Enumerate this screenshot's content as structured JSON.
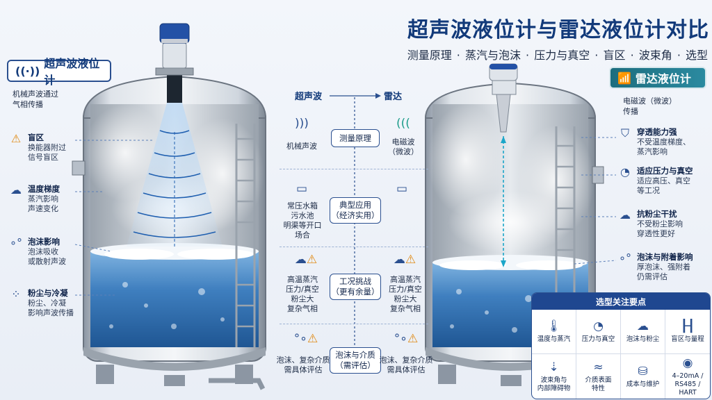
{
  "title": "超声波液位计与雷达液位计对比",
  "subtitle": "测量原理 · 蒸汽与泡沫 · 压力与真空 · 盲区 · 波束角 · 选型",
  "colors": {
    "navy": "#123a7a",
    "teal": "#1c6d7e",
    "warning": "#e08a14",
    "water": "#3f7fbf"
  },
  "ultrasonic": {
    "badge": "超声波液位计",
    "icon": "sound-wave-icon",
    "desc": [
      "机械声波通过",
      "气相传播"
    ],
    "features": [
      {
        "icon": "warning-icon",
        "title": "盲区",
        "lines": [
          "换能器附过",
          "信号盲区"
        ]
      },
      {
        "icon": "thermo-cloud-icon",
        "title": "温度梯度",
        "lines": [
          "蒸汽影响",
          "声速变化"
        ]
      },
      {
        "icon": "foam-icon",
        "title": "泡沫影响",
        "lines": [
          "泡沫吸收",
          "或散射声波"
        ]
      },
      {
        "icon": "dust-icon",
        "title": "粉尘与冷凝",
        "lines": [
          "粉尘、冷凝",
          "影响声波传播"
        ]
      }
    ]
  },
  "radar": {
    "badge": "雷达液位计",
    "icon": "wifi-wave-icon",
    "desc": [
      "电磁波（微波）",
      "传播"
    ],
    "features": [
      {
        "icon": "shield-icon",
        "title": "穿透能力强",
        "lines": [
          "不受温度梯度、",
          "蒸汽影响"
        ]
      },
      {
        "icon": "gauge-icon",
        "title": "适应压力与真空",
        "lines": [
          "适应高压、真空",
          "等工况"
        ]
      },
      {
        "icon": "dust-cloud-icon",
        "title": "抗粉尘干扰",
        "lines": [
          "不受粉尘影响",
          "穿透性更好"
        ]
      },
      {
        "icon": "foam-icon",
        "title": "泡沫与附着影响",
        "lines": [
          "厚泡沫、强附着",
          "仍需评估"
        ]
      }
    ]
  },
  "center": {
    "left_head": "超声波",
    "right_head": "雷达",
    "rows": [
      {
        "box": [
          "测量原理"
        ],
        "left": [
          "机械声波"
        ],
        "right": [
          "电磁波",
          "（微波）"
        ],
        "left_icon": "sound-wave-icon",
        "right_icon": "microwave-icon",
        "warn": false
      },
      {
        "box": [
          "典型应用",
          "（经济实用）"
        ],
        "left": [
          "常压水箱",
          "污水池",
          "明渠等开口",
          "场合"
        ],
        "right": [],
        "left_icon": "tank-icon",
        "right_icon": "tank-icon",
        "warn": false
      },
      {
        "box": [
          "工况挑战",
          "（更有余量）"
        ],
        "left": [
          "高温蒸汽",
          "压力/真空",
          "粉尘大",
          "复杂气相"
        ],
        "right": [
          "高温蒸汽",
          "压力/真空",
          "粉尘大",
          "复杂气相"
        ],
        "left_icon": "cloud-icon",
        "right_icon": "cloud-icon",
        "warn": true
      },
      {
        "box": [
          "泡沫与介质",
          "（需评估）"
        ],
        "left": [
          "泡沫、复杂介质",
          "需具体评估"
        ],
        "right": [
          "泡沫、复杂介质",
          "需具体评估"
        ],
        "left_icon": "bubbles-icon",
        "right_icon": "bubbles-icon",
        "warn": true
      }
    ]
  },
  "selection": {
    "title": "选型关注要点",
    "items": [
      {
        "icon": "thermometer-icon",
        "label": [
          "温度与蒸汽"
        ]
      },
      {
        "icon": "gauge-icon",
        "label": [
          "压力与真空"
        ]
      },
      {
        "icon": "dust-cloud-icon",
        "label": [
          "泡沫与粉尘"
        ]
      },
      {
        "icon": "ruler-icon",
        "label": [
          "盲区与量程"
        ]
      },
      {
        "icon": "beam-icon",
        "label": [
          "波束角与",
          "内部障碍物"
        ]
      },
      {
        "icon": "waves-icon",
        "label": [
          "介质表面",
          "特性"
        ]
      },
      {
        "icon": "coins-icon",
        "label": [
          "成本与维护"
        ]
      },
      {
        "icon": "signal-icon",
        "label": [
          "4–20mA /",
          "RS485 / HART"
        ]
      }
    ]
  }
}
